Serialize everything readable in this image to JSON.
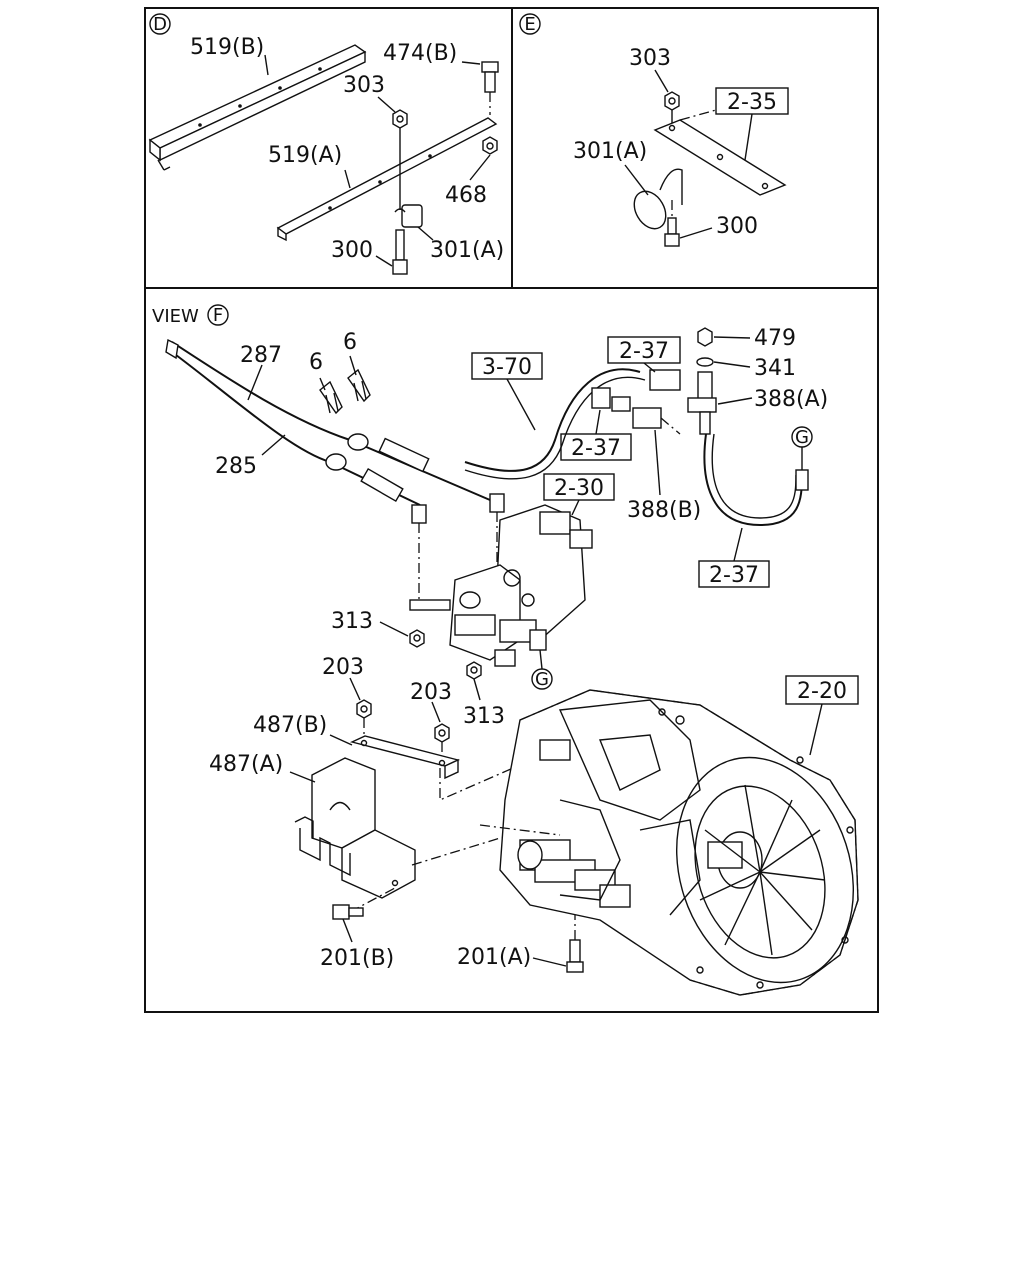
{
  "panels": {
    "d": {
      "marker": "D",
      "labels": {
        "p519b": "519(B)",
        "p474b": "474(B)",
        "p303": "303",
        "p519a": "519(A)",
        "p468": "468",
        "p300": "300",
        "p301a": "301(A)"
      }
    },
    "e": {
      "marker": "E",
      "labels": {
        "p303": "303",
        "ref235": "2-35",
        "p301a": "301(A)",
        "p300": "300"
      }
    },
    "f": {
      "view_text": "VIEW",
      "marker": "F",
      "labels": {
        "p287": "287",
        "p6a": "6",
        "p6b": "6",
        "p285": "285",
        "ref370": "3-70",
        "ref237a": "2-37",
        "p479": "479",
        "p341": "341",
        "p388a": "388(A)",
        "ref237b": "2-37",
        "ref230": "2-30",
        "p388b": "388(B)",
        "g1": "G",
        "ref237c": "2-37",
        "p313a": "313",
        "p203a": "203",
        "p203b": "203",
        "g2": "G",
        "p313b": "313",
        "ref220": "2-20",
        "p487b": "487(B)",
        "p487a": "487(A)",
        "p201b": "201(B)",
        "p201a": "201(A)"
      }
    }
  }
}
